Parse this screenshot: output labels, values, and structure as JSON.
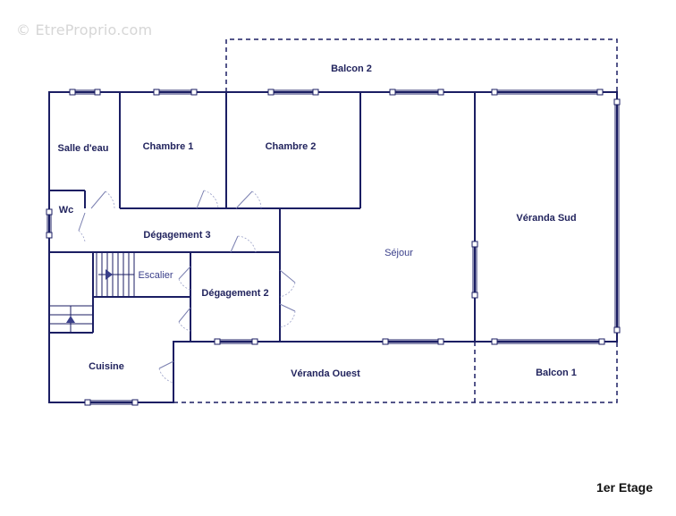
{
  "watermark": "© EtreProprio.com",
  "floor_label": "1er Etage",
  "rooms": {
    "balcon2": "Balcon 2",
    "salle_deau": "Salle d'eau",
    "chambre1": "Chambre 1",
    "chambre2": "Chambre 2",
    "wc": "Wc",
    "degagement3": "Dégagement 3",
    "veranda_sud": "Véranda Sud",
    "sejour": "Séjour",
    "escalier": "Escalier",
    "degagement2": "Dégagement 2",
    "cuisine": "Cuisine",
    "veranda_ouest": "Véranda Ouest",
    "balcon1": "Balcon 1"
  },
  "colors": {
    "wall": "#1b1e63",
    "label": "#22245e",
    "watermark": "#d6d6d6"
  }
}
